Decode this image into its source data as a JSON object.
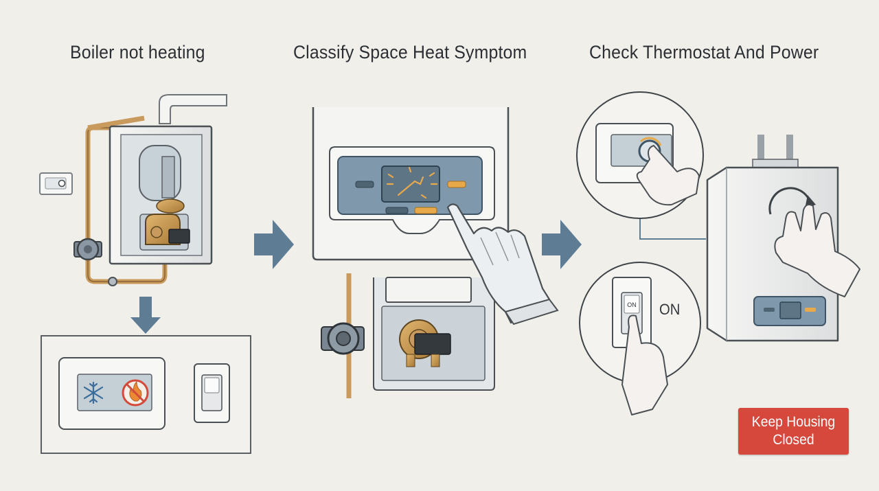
{
  "steps": [
    {
      "title": "Boiler not heating"
    },
    {
      "title": "Classify Space Heat Symptom"
    },
    {
      "title": "Check Thermostat And Power"
    }
  ],
  "switch_state_label": "ON",
  "switch_plate_text": "ON",
  "warning_badge": {
    "label": "Keep Housing Closed",
    "color": "#d6483c"
  },
  "icons": [
    "thermostat-icon",
    "snowflake-icon",
    "no-flame-icon",
    "rocker-switch-icon",
    "pump-icon",
    "arrow-right-icon",
    "arrow-down-icon",
    "pointing-hand-icon",
    "rotate-arrow-icon"
  ],
  "colors": {
    "arrow": "#5e7d94",
    "pipe": "#c99a5e",
    "panel": "#7f98ab",
    "display_glow": "#e8a94a"
  }
}
